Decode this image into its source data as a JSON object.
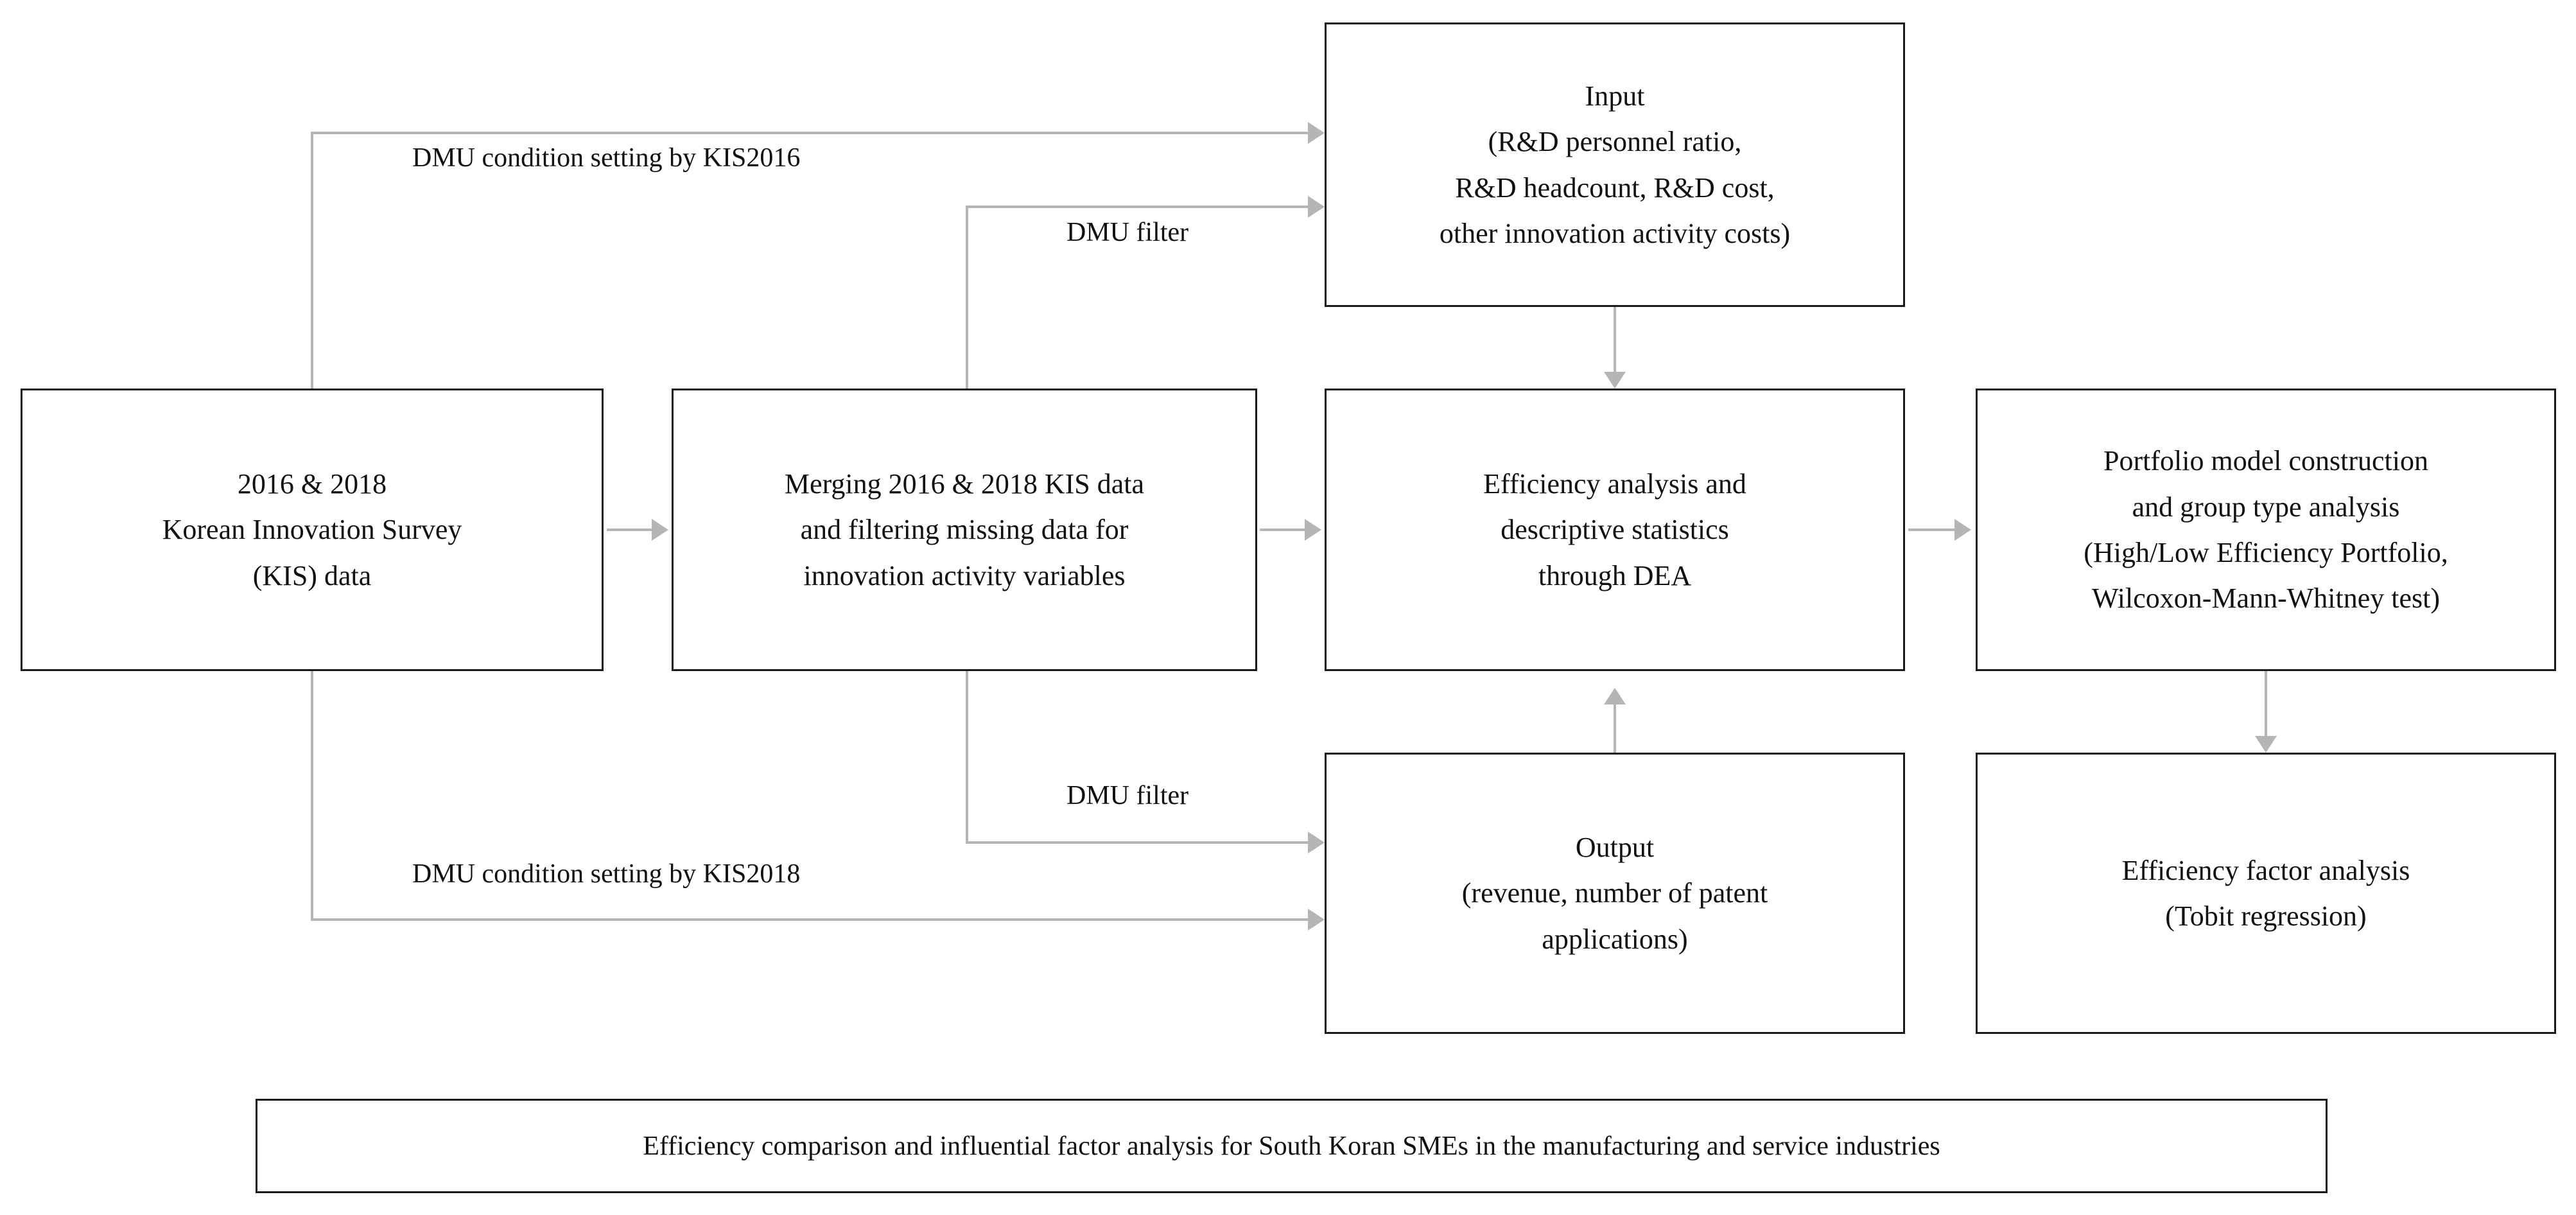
{
  "diagram": {
    "title_bar": {
      "text": "Efficiency comparison and influential factor analysis for South Koran SMEs in the manufacturing and service industries"
    },
    "boxes": {
      "input": {
        "lines": [
          "Input",
          "(R&D personnel ratio,",
          "R&D headcount, R&D cost,",
          "other innovation activity costs)"
        ]
      },
      "kis_data": {
        "lines": [
          "2016 & 2018",
          "Korean Innovation Survey",
          "(KIS) data"
        ]
      },
      "merging": {
        "lines": [
          "Merging 2016 & 2018 KIS data",
          "and filtering missing data for",
          "innovation activity variables"
        ]
      },
      "efficiency_dea": {
        "lines": [
          "Efficiency analysis and",
          "descriptive statistics",
          "through DEA"
        ]
      },
      "portfolio": {
        "lines": [
          "Portfolio model construction",
          "and group type analysis",
          "(High/Low Efficiency Portfolio,",
          "Wilcoxon-Mann-Whitney test)"
        ]
      },
      "output": {
        "lines": [
          "Output",
          "(revenue, number of patent",
          "applications)"
        ]
      },
      "tobit": {
        "lines": [
          "Efficiency factor analysis",
          "(Tobit regression)"
        ]
      }
    },
    "edge_labels": {
      "dmu_condition_2016": "DMU condition setting by KIS2016",
      "dmu_filter_top": "DMU filter",
      "dmu_filter_bottom": "DMU filter",
      "dmu_condition_2018": "DMU condition setting by KIS2018"
    },
    "colors": {
      "box_border": "#1a1a1a",
      "connector": "#b5b5b5",
      "text": "#111111",
      "background": "#ffffff"
    }
  }
}
